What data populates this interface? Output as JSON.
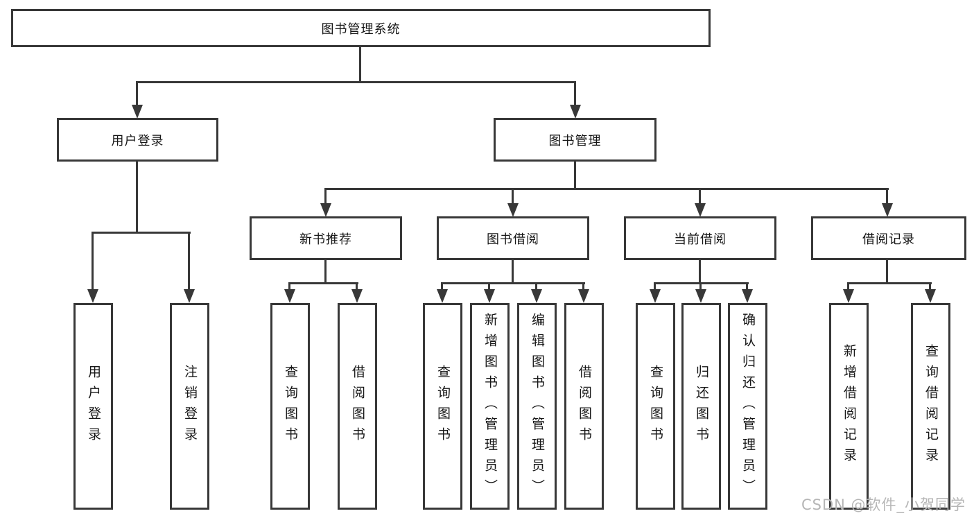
{
  "diagram": {
    "root": {
      "label": "图书管理系统"
    },
    "level2": [
      {
        "label": "用户登录"
      },
      {
        "label": "图书管理"
      }
    ],
    "level3": [
      {
        "label": "新书推荐"
      },
      {
        "label": "图书借阅"
      },
      {
        "label": "当前借阅"
      },
      {
        "label": "借阅记录"
      }
    ],
    "leaves": {
      "user_login": [
        "用户登录",
        "注销登录"
      ],
      "new_book": [
        "查询图书",
        "借阅图书"
      ],
      "book_borrow": [
        "查询图书",
        "新增图书（管理员）",
        "编辑图书（管理员）",
        "借阅图书"
      ],
      "current_borrow": [
        "查询图书",
        "归还图书",
        "确认归还（管理员）"
      ],
      "borrow_record": [
        "新增借阅记录",
        "查询借阅记录"
      ]
    }
  },
  "watermark": {
    "text": "CSDN @软件_小贺同学"
  },
  "colors": {
    "line": "#383838",
    "text": "#161616",
    "watermark": "#b6b6b6",
    "background": "#ffffff"
  }
}
